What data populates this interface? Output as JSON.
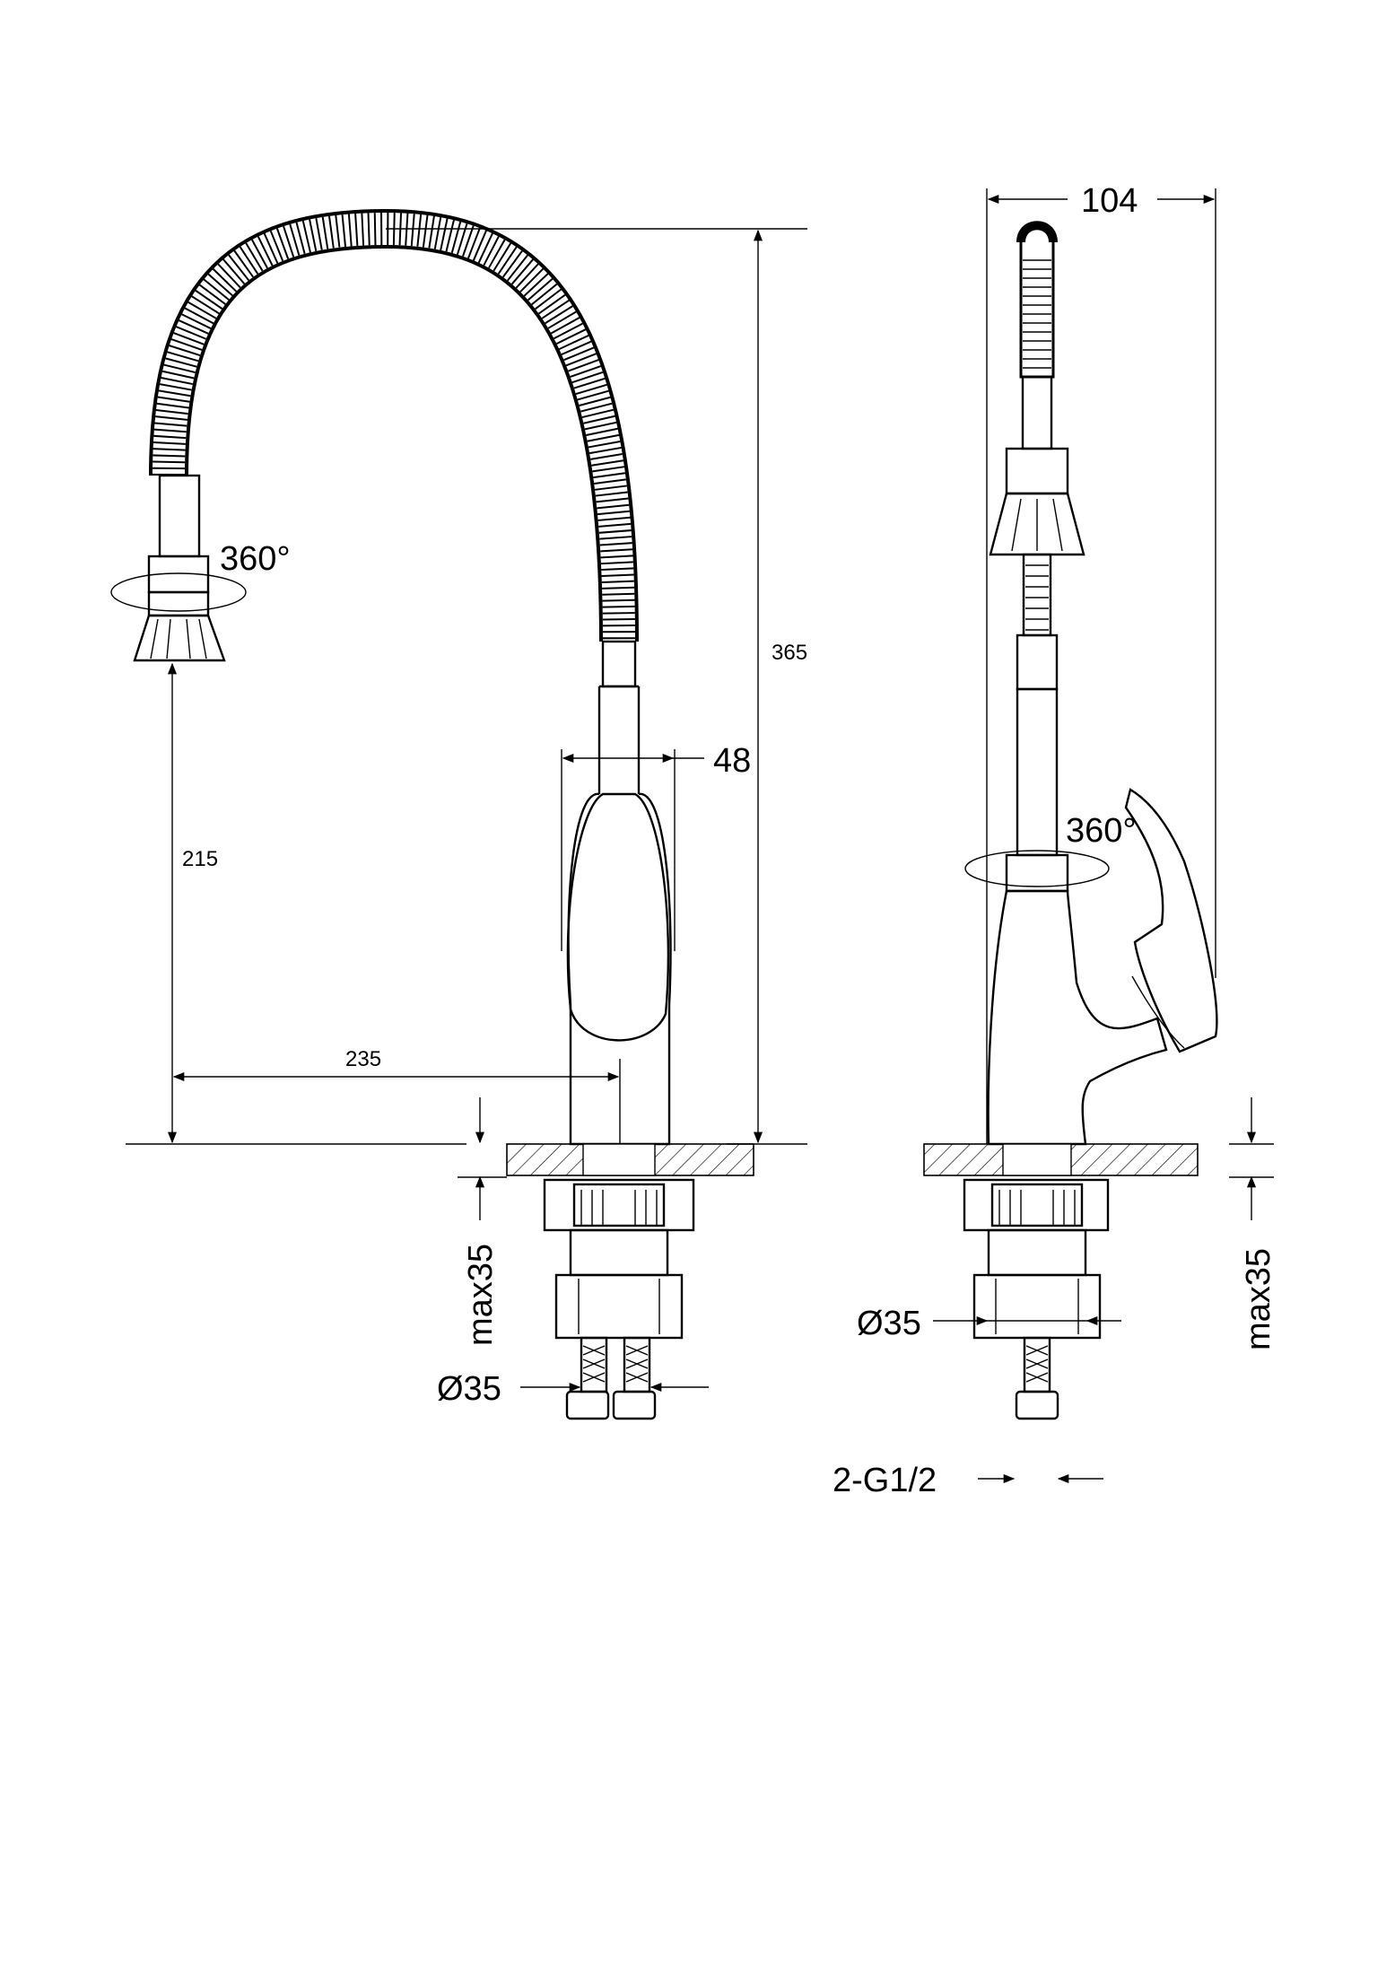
{
  "front_view": {
    "total_height": "365",
    "spout_height": "215",
    "spout_reach": "235",
    "body_diameter": "48",
    "spout_rotation": "360°",
    "mount_thickness": "max35",
    "hole_diameter": "Ø35"
  },
  "side_view": {
    "depth": "104",
    "handle_rotation": "360°",
    "hole_diameter": "Ø35",
    "mount_thickness": "max35",
    "connection_thread": "2-G1/2"
  }
}
